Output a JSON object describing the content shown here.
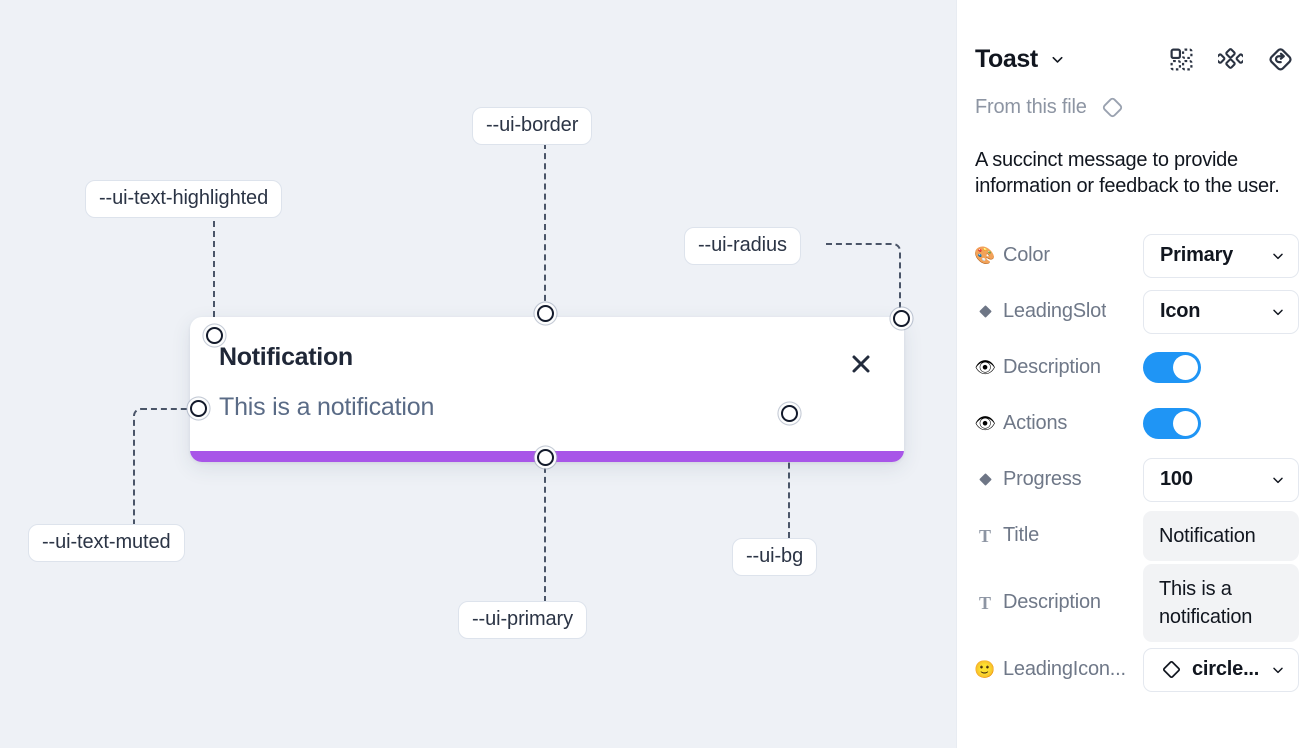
{
  "canvas": {
    "background_color": "#eef1f6",
    "toast": {
      "title": "Notification",
      "description": "This is a notification",
      "close_icon": "close-x-icon",
      "progress_color": "#a855e8",
      "background_color": "#ffffff"
    },
    "tokens": [
      {
        "id": "ui-border",
        "label": "--ui-border"
      },
      {
        "id": "ui-text-highlighted",
        "label": "--ui-text-highlighted"
      },
      {
        "id": "ui-radius",
        "label": "--ui-radius"
      },
      {
        "id": "ui-text-muted",
        "label": "--ui-text-muted"
      },
      {
        "id": "ui-primary",
        "label": "--ui-primary"
      },
      {
        "id": "ui-bg",
        "label": "--ui-bg"
      }
    ]
  },
  "panel": {
    "title": "Toast",
    "title_caret_icon": "chevron-down-icon",
    "header_icons": [
      {
        "id": "grid-select-icon",
        "name": "grid-select-icon"
      },
      {
        "id": "component-icon",
        "name": "component-diamonds-icon"
      },
      {
        "id": "reset-icon",
        "name": "reset-variant-icon"
      }
    ],
    "from_file_label": "From this file",
    "from_file_icon": "diamond-outline-icon",
    "description": "A succinct message to provide information or feedback to the user.",
    "properties": [
      {
        "icon": "🎨",
        "icon_name": "palette-emoji-icon",
        "label": "Color",
        "control": "select",
        "value": "Primary"
      },
      {
        "icon": "◆",
        "icon_name": "diamond-filled-icon",
        "label": "LeadingSlot",
        "control": "select",
        "value": "Icon"
      },
      {
        "icon": "👁",
        "icon_name": "eye-emoji-icon",
        "label": "Description",
        "control": "toggle",
        "value": "on"
      },
      {
        "icon": "👁",
        "icon_name": "eye-emoji-icon",
        "label": "Actions",
        "control": "toggle",
        "value": "on"
      },
      {
        "icon": "◆",
        "icon_name": "diamond-filled-icon",
        "label": "Progress",
        "control": "select",
        "value": "100"
      },
      {
        "icon": "T",
        "icon_name": "text-type-icon",
        "label": "Title",
        "control": "text",
        "value": "Notification"
      },
      {
        "icon": "T",
        "icon_name": "text-type-icon",
        "label": "Description",
        "control": "text",
        "value": "This is a notification"
      },
      {
        "icon": "🙂",
        "icon_name": "smiley-emoji-icon",
        "label": "LeadingIcon...",
        "control": "select-icon",
        "value": "circle..."
      }
    ],
    "accent_color": "#1f95f5",
    "field_fill": "#f2f3f5"
  }
}
